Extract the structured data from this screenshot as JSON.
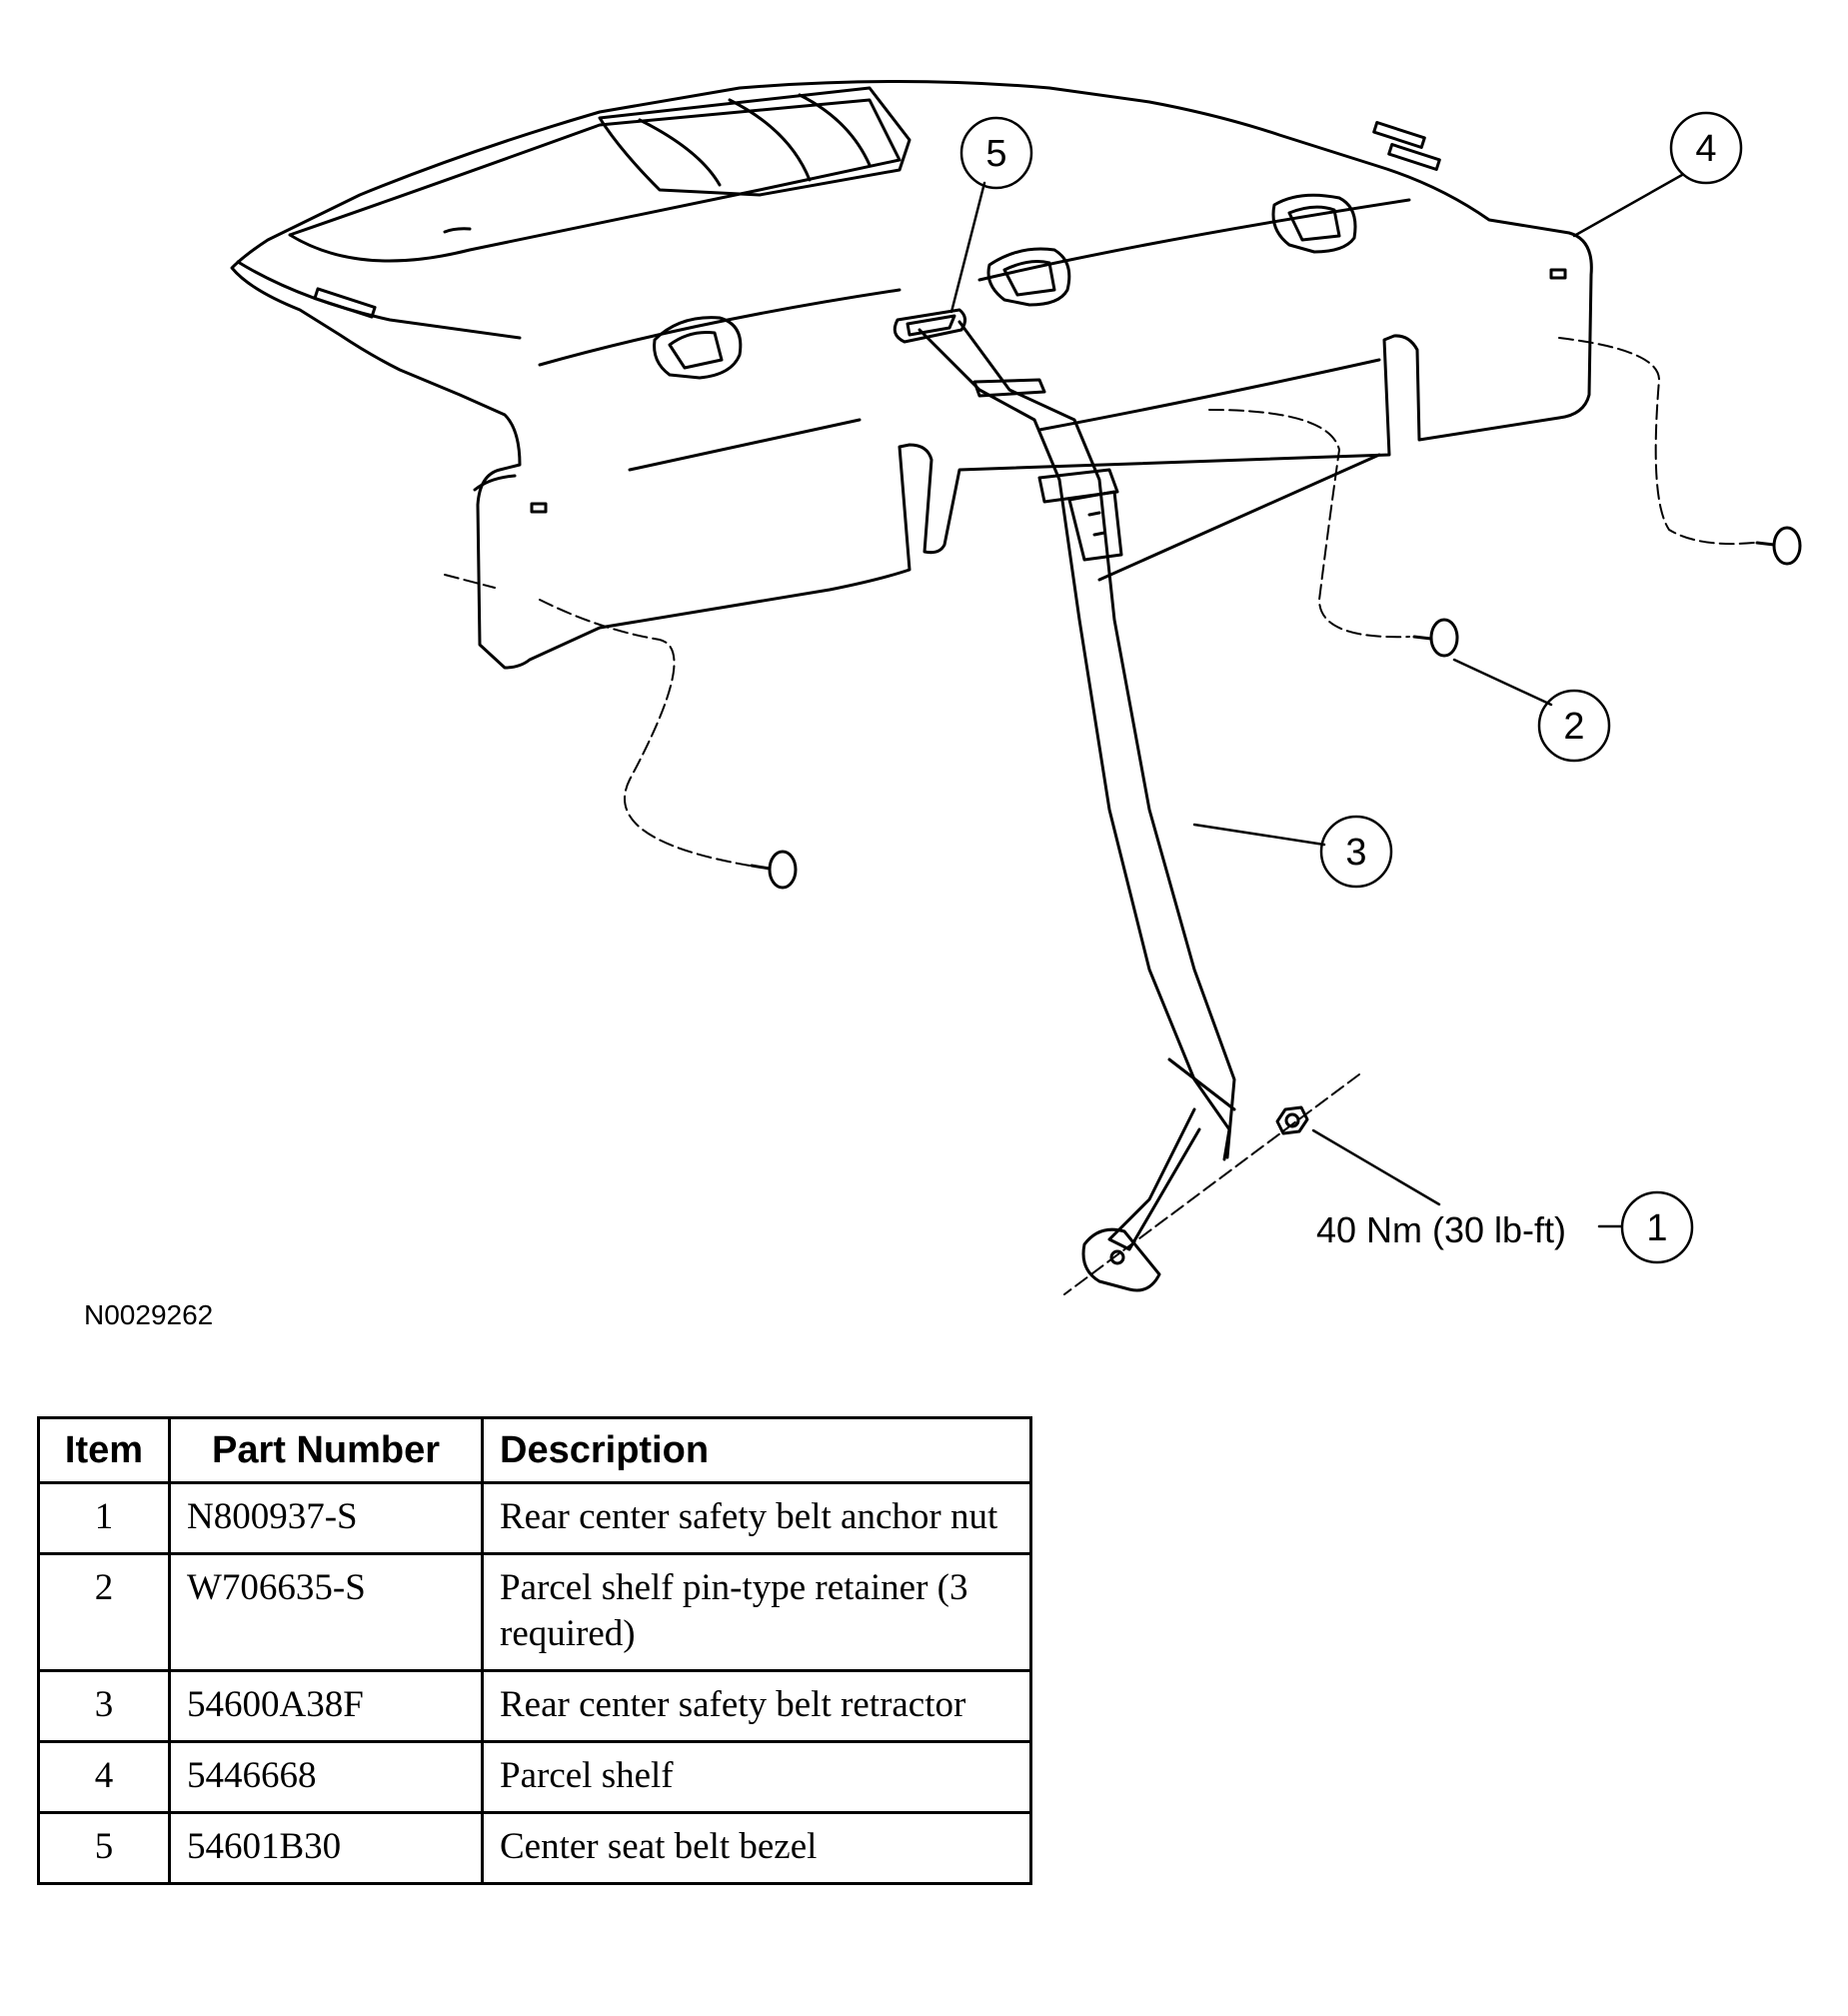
{
  "diagram": {
    "callouts": [
      {
        "num": "1",
        "label": "40 Nm (30 lb-ft)"
      },
      {
        "num": "2"
      },
      {
        "num": "3"
      },
      {
        "num": "4"
      },
      {
        "num": "5"
      }
    ],
    "reference_code": "N0029262"
  },
  "table": {
    "headers": [
      "Item",
      "Part Number",
      "Description"
    ],
    "rows": [
      {
        "item": "1",
        "part": "N800937-S",
        "desc": "Rear center safety belt anchor nut"
      },
      {
        "item": "2",
        "part": "W706635-S",
        "desc": "Parcel shelf pin-type retainer (3 required)"
      },
      {
        "item": "3",
        "part": "54600A38F",
        "desc": "Rear center safety belt retractor"
      },
      {
        "item": "4",
        "part": "5446668",
        "desc": "Parcel shelf"
      },
      {
        "item": "5",
        "part": "54601B30",
        "desc": "Center seat belt bezel"
      }
    ]
  }
}
